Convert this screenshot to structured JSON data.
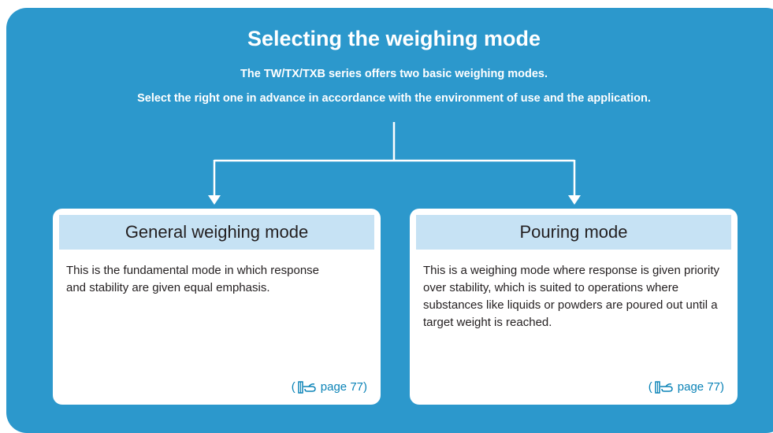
{
  "title": "Selecting the weighing mode",
  "subtitle_lines": [
    "The TW/TX/TXB series offers two basic weighing modes.",
    "Select the right one in advance in accordance with the environment of use and the application."
  ],
  "modes": [
    {
      "heading": "General weighing mode",
      "description": "This is the fundamental mode in which response and stability are given equal emphasis.",
      "ref_open": "(",
      "ref_text": "page 77)"
    },
    {
      "heading": "Pouring mode",
      "description": "This is a weighing mode where response is given priority over stability, which is suited to operations where substances like liquids or powders are poured out until a target weight is reached.",
      "ref_open": "(",
      "ref_text": "page 77)"
    }
  ],
  "colors": {
    "panel": "#2c98cc",
    "card_header": "#c6e2f4",
    "ref_link": "#0a83b7"
  },
  "icons": [
    "page-reference-icon"
  ]
}
